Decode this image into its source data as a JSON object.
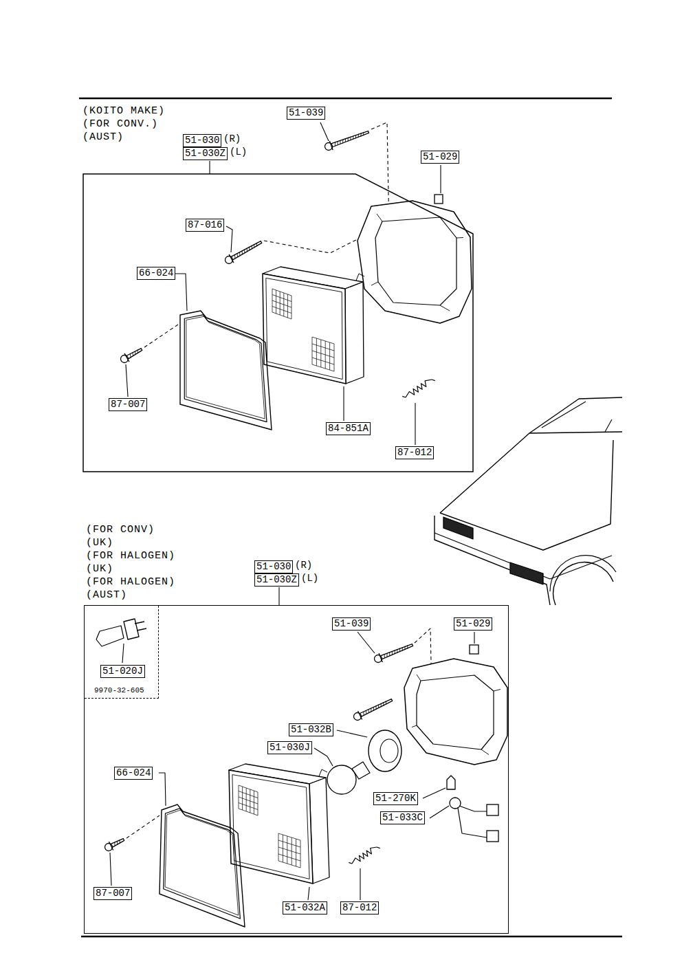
{
  "diagram": {
    "nodes": [
      {
        "text": [
          "(KOITO MAKE) (FOR CONV.) (AUST)"
        ]
      },
      {
        "text": [
          "(FOR CONV) (UK) (FOR HALOGEN) (UK) (FOR HALOGEN) (AUST)"
        ]
      },
      {
        "text": [
          "51-020J",
          "9970-32-605"
        ],
        "in": 1
      }
    ],
    "labels": [
      "51-039",
      "51-030",
      "(R)",
      "51-030Z",
      "(L)",
      "51-029",
      "87-016",
      "66-024",
      "87-007",
      "84-851A",
      "87-012",
      "51-030",
      "(R)",
      "51-030Z",
      "(L)",
      "51-039",
      "51-029",
      "51-032B",
      "51-030J",
      "66-024",
      "51-270K",
      "51-033C",
      "87-007",
      "51-032A",
      "87-012"
    ]
  }
}
